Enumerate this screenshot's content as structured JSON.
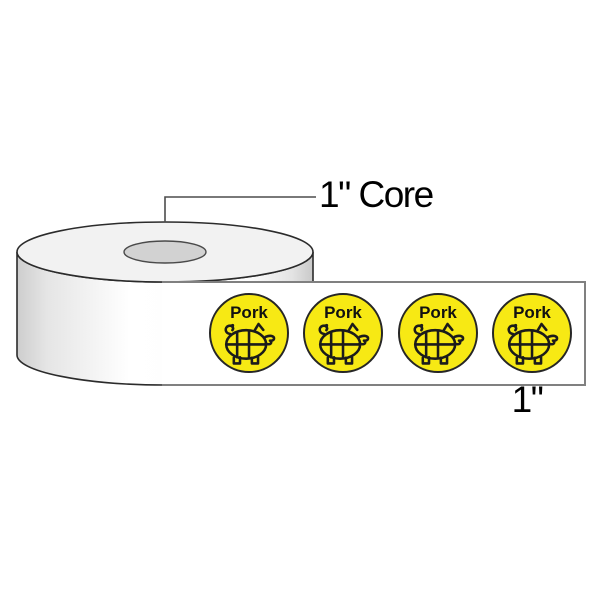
{
  "illustration": {
    "core_annotation": {
      "label": "1\" Core"
    },
    "size_annotation": {
      "label": "1\""
    },
    "stickers": [
      {
        "label": "Pork"
      },
      {
        "label": "Pork"
      },
      {
        "label": "Pork"
      },
      {
        "label": "Pork"
      }
    ],
    "sticker_icon": "pig-icon",
    "colors": {
      "sticker_fill": "#F7E914",
      "sticker_border": "#262626",
      "strip_border": "#808080",
      "outline": "#2B2B2B",
      "core_fill": "#D2D2D2",
      "roll_top_fill": "#F2F2F2",
      "leader_line": "#4D4D4D"
    }
  }
}
